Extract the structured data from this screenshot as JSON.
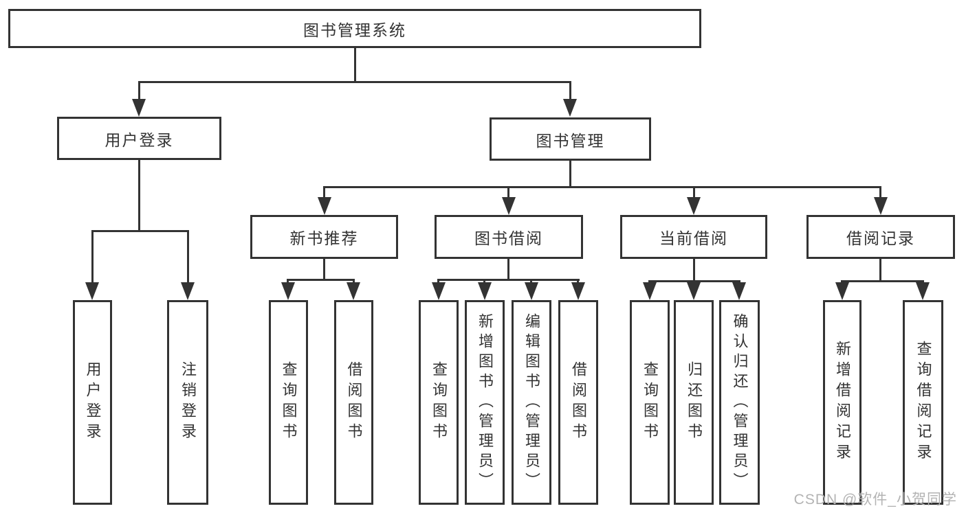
{
  "diagram": {
    "root": {
      "label": "图书管理系统"
    },
    "branches": {
      "user_login": {
        "label": "用户登录",
        "children": {
          "login": {
            "label": "用户登录"
          },
          "logout": {
            "label": "注销登录"
          }
        }
      },
      "book_mgmt": {
        "label": "图书管理",
        "children": {
          "new_books": {
            "label": "新书推荐",
            "children": {
              "query_books": {
                "label": "查询图书"
              },
              "borrow_books": {
                "label": "借阅图书"
              }
            }
          },
          "book_borrowing": {
            "label": "图书借阅",
            "children": {
              "query_books": {
                "label": "查询图书"
              },
              "add_books": {
                "label": "新增图书（管理员）"
              },
              "edit_books": {
                "label": "编辑图书（管理员）"
              },
              "borrow_books": {
                "label": "借阅图书"
              }
            }
          },
          "current_borrowing": {
            "label": "当前借阅",
            "children": {
              "query_books": {
                "label": "查询图书"
              },
              "return_books": {
                "label": "归还图书"
              },
              "confirm_return": {
                "label": "确认归还（管理员）"
              }
            }
          },
          "borrow_records": {
            "label": "借阅记录",
            "children": {
              "add_record": {
                "label": "新增借阅记录"
              },
              "query_record": {
                "label": "查询借阅记录"
              }
            }
          }
        }
      }
    }
  },
  "watermark": {
    "text": "CSDN @软件_小贺同学",
    "color": "#b3b3b3"
  },
  "colors": {
    "line": "#333333",
    "box_border": "#333333",
    "box_fill": "#ffffff",
    "text": "#333333",
    "background": "#ffffff"
  }
}
